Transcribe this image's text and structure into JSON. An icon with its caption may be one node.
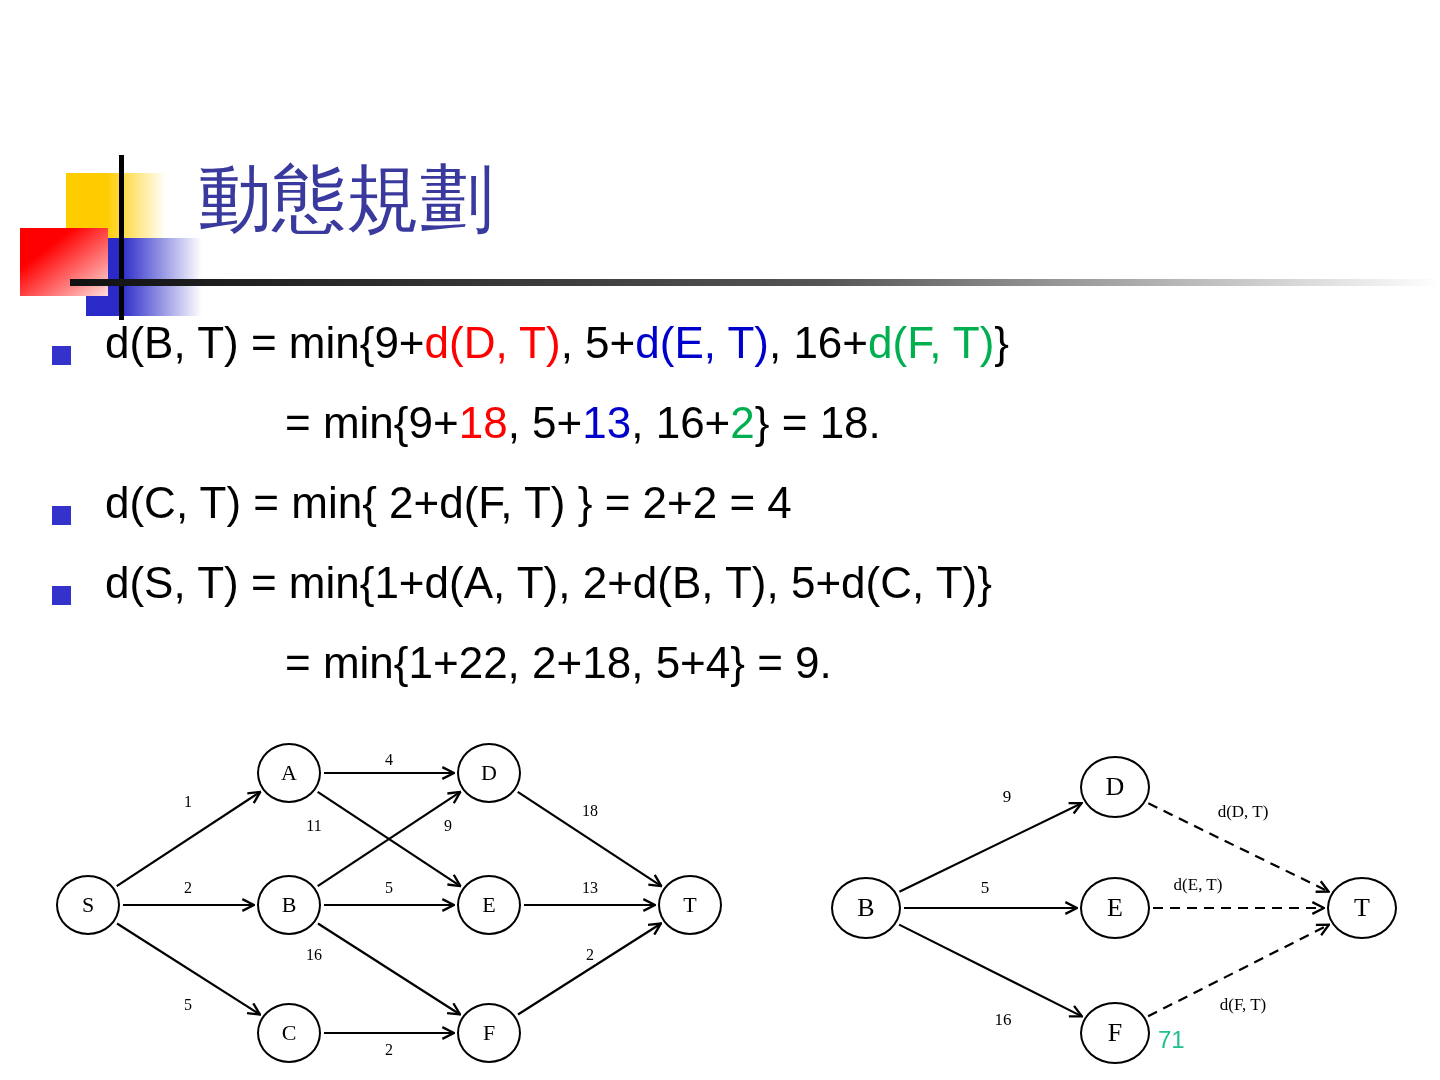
{
  "diagram": {
    "title": "動態規劃",
    "nodes": [
      {
        "text": [
          "S"
        ]
      },
      {
        "text": [
          "A"
        ]
      },
      {
        "text": [
          "B"
        ]
      },
      {
        "text": [
          "C"
        ]
      },
      {
        "text": [
          "D"
        ]
      },
      {
        "text": [
          "E"
        ]
      },
      {
        "text": [
          "F"
        ]
      },
      {
        "text": [
          "T"
        ]
      },
      {
        "text": [
          "B"
        ]
      },
      {
        "text": [
          "D"
        ]
      },
      {
        "text": [
          "E"
        ]
      },
      {
        "text": [
          "F"
        ]
      },
      {
        "text": [
          "T"
        ]
      }
    ],
    "edges": [
      {
        "from": 0,
        "to": 1,
        "arrow": "to",
        "label": "1"
      },
      {
        "from": 0,
        "to": 2,
        "arrow": "to",
        "label": "2"
      },
      {
        "from": 0,
        "to": 3,
        "arrow": "to",
        "label": "5"
      },
      {
        "from": 1,
        "to": 4,
        "arrow": "to",
        "label": "4"
      },
      {
        "from": 1,
        "to": 5,
        "arrow": "to",
        "label": "11"
      },
      {
        "from": 2,
        "to": 4,
        "arrow": "to",
        "label": "9"
      },
      {
        "from": 2,
        "to": 5,
        "arrow": "to",
        "label": "5"
      },
      {
        "from": 2,
        "to": 6,
        "arrow": "to",
        "label": "16"
      },
      {
        "from": 3,
        "to": 6,
        "arrow": "to",
        "label": "2"
      },
      {
        "from": 4,
        "to": 7,
        "arrow": "to",
        "label": "18"
      },
      {
        "from": 5,
        "to": 7,
        "arrow": "to",
        "label": "13"
      },
      {
        "from": 6,
        "to": 7,
        "arrow": "to",
        "label": "2"
      },
      {
        "from": 8,
        "to": 9,
        "arrow": "to",
        "label": "9"
      },
      {
        "from": 8,
        "to": 10,
        "arrow": "to",
        "label": "5"
      },
      {
        "from": 8,
        "to": 11,
        "arrow": "to",
        "label": "16"
      },
      {
        "from": 9,
        "to": 12,
        "arrow": "to",
        "label": "d(D, T)",
        "style": "dashed"
      },
      {
        "from": 10,
        "to": 12,
        "arrow": "to",
        "label": "d(E, T)",
        "style": "dashed"
      },
      {
        "from": 11,
        "to": 12,
        "arrow": "to",
        "label": "d(F, T)",
        "style": "dashed"
      }
    ],
    "labels": [
      "d(B, T) = min{9+",
      "d(D, T)",
      ", 5+",
      "d(E, T)",
      ", 16+",
      "d(F, T)",
      "}",
      "= min{9+",
      "18",
      ", 5+",
      "13",
      ", 16+",
      "2",
      "} = 18.",
      "d(C, T) = min{ 2+d(F, T) } = 2+2 = 4",
      "d(S, T) = min{1+d(A, T), 2+d(B, T), 5+d(C, T)}",
      "= min{1+22, 2+18, 5+4} = 9.",
      "71"
    ]
  }
}
